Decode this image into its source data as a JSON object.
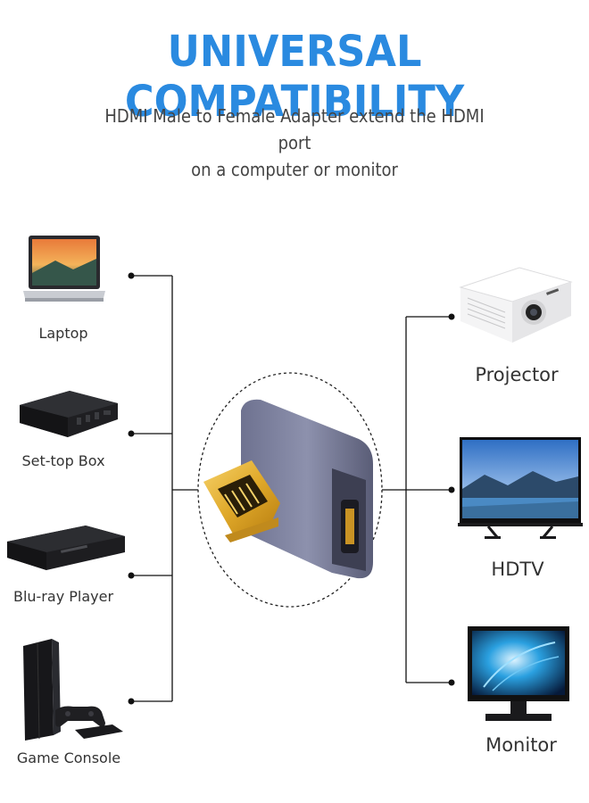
{
  "header": {
    "title": "UNIVERSAL COMPATIBILITY",
    "subtitle_line1": "HDMI Male to Female Adapter extend the HDMI port",
    "subtitle_line2": "on a computer or monitor"
  },
  "left_devices": [
    {
      "label": "Laptop",
      "icon": "laptop-icon"
    },
    {
      "label": "Set-top Box",
      "icon": "set-top-box-icon"
    },
    {
      "label": "Blu-ray Player",
      "icon": "blu-ray-player-icon"
    },
    {
      "label": "Game Console",
      "icon": "game-console-icon"
    }
  ],
  "right_devices": [
    {
      "label": "Projector",
      "icon": "projector-icon"
    },
    {
      "label": "HDTV",
      "icon": "hdtv-icon"
    },
    {
      "label": "Monitor",
      "icon": "monitor-icon"
    }
  ],
  "center": {
    "icon": "hdmi-adapter-icon"
  },
  "colors": {
    "title": "#2a8ae0",
    "text": "#333333",
    "wire": "#111111"
  }
}
